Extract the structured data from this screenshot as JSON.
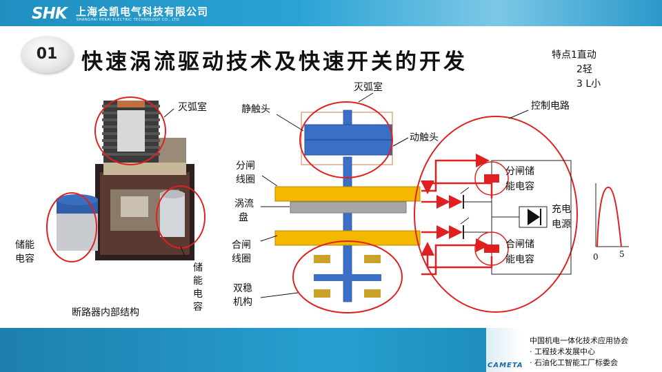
{
  "header": {
    "logo_mark": "SHK",
    "company_cn": "上海合凯电气科技有限公司",
    "company_en": "SHANGHAI HEKAI ELECTRIC TECHNOLOGY CO., LTD."
  },
  "badge": "01",
  "title": "快速涡流驱动技术及快速开关的开发",
  "features": {
    "line1": "特点1直动",
    "line2": "2轻",
    "line3": "3 L小"
  },
  "photo": {
    "arc_chamber": "灭弧室",
    "capacitor_left_1": "储能",
    "capacitor_left_2": "电容",
    "capacitor_right": [
      "储",
      "能",
      "电",
      "容"
    ],
    "caption": "断路器内部结构"
  },
  "schematic": {
    "arc_chamber": "灭弧室",
    "static_contact": "静触头",
    "moving_contact": "动触头",
    "open_coil_1": "分闸",
    "open_coil_2": "线圈",
    "eddy_disk_1": "涡流",
    "eddy_disk_2": "盘",
    "close_coil_1": "合闸",
    "close_coil_2": "线圈",
    "bistable_1": "双稳",
    "bistable_2": "机构",
    "control_circuit": "控制电路",
    "open_cap_1": "分闸储",
    "open_cap_2": "能电容",
    "close_cap_1": "合闸储",
    "close_cap_2": "能电容",
    "charge_1": "充电",
    "charge_2": "电源"
  },
  "pulse_axis": {
    "start": "0",
    "end": "5"
  },
  "footer": {
    "org_line1": "中国机电一体化技术应用协会",
    "org_line2": "· 工程技术发展中心",
    "org_line3": "· 石油化工智能工厂标委会",
    "logo_text": "CAMETA"
  },
  "colors": {
    "header_blue": "#2aa3d4",
    "coil_yellow": "#f5b800",
    "contact_blue": "#3b6fc6",
    "highlight_red": "#e02020",
    "disk_gray": "#a6a6a6",
    "bistable_gold": "#c9a227"
  }
}
